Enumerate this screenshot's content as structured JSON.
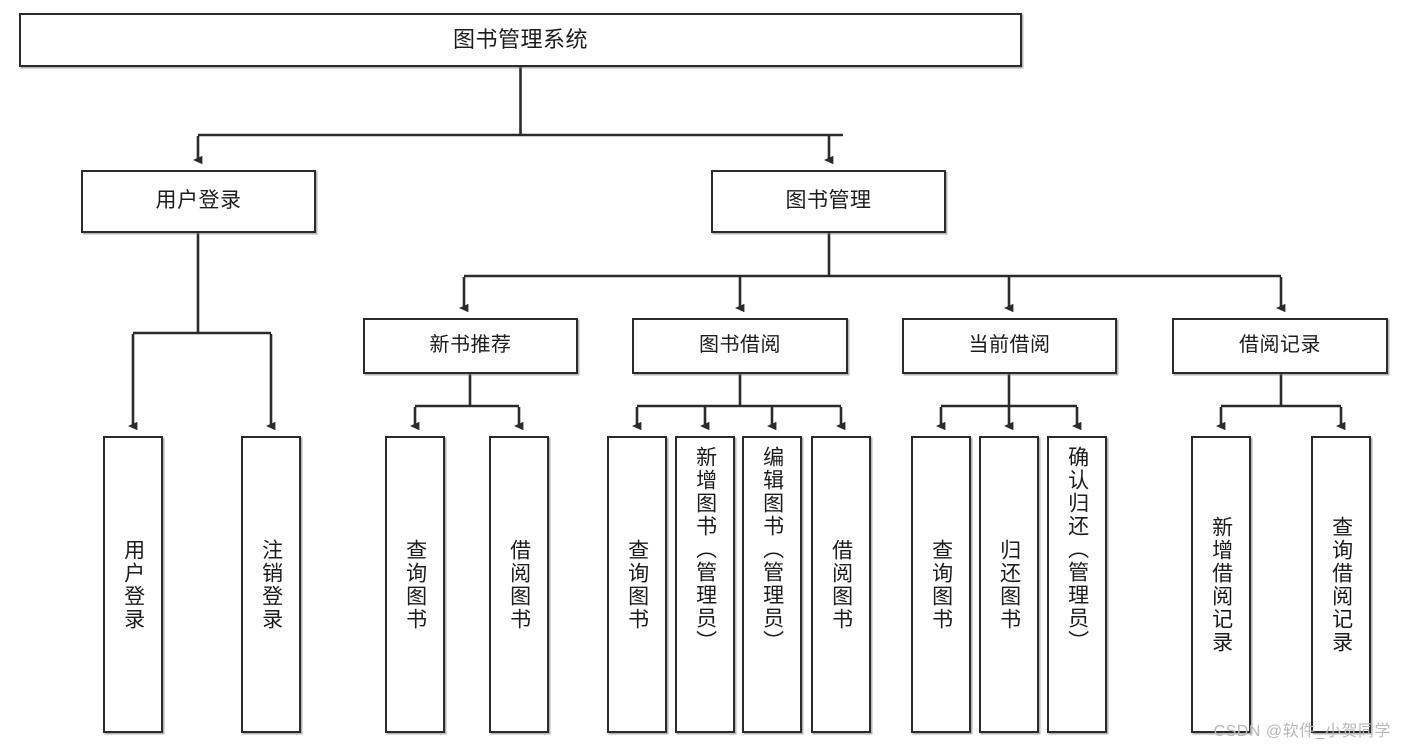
{
  "diagram": {
    "title": "图书管理系统",
    "type": "tree",
    "watermark": "CSDN @软件_小贺同学",
    "colors": {
      "box_border": "#2b2b2b",
      "box_fill": "#ffffff",
      "connector": "#2b2b2b",
      "text": "#1c1c1c",
      "watermark": "#b9b9b9"
    },
    "nodes": {
      "root": {
        "label": "图书管理系统",
        "level": 1
      },
      "level2": [
        {
          "id": "user-login",
          "label": "用户登录"
        },
        {
          "id": "book-manage",
          "label": "图书管理"
        }
      ],
      "level3": [
        {
          "id": "new-book-recommend",
          "label": "新书推荐",
          "parent": "book-manage"
        },
        {
          "id": "book-borrow",
          "label": "图书借阅",
          "parent": "book-manage"
        },
        {
          "id": "current-borrow",
          "label": "当前借阅",
          "parent": "book-manage"
        },
        {
          "id": "borrow-record",
          "label": "借阅记录",
          "parent": "book-manage"
        }
      ],
      "leaves": [
        {
          "id": "leaf-user-login",
          "label": "用户登录",
          "parent": "user-login"
        },
        {
          "id": "leaf-user-logout",
          "label": "注销登录",
          "parent": "user-login"
        },
        {
          "id": "leaf-query-book-1",
          "label": "查询图书",
          "parent": "new-book-recommend"
        },
        {
          "id": "leaf-borrow-book-1",
          "label": "借阅图书",
          "parent": "new-book-recommend"
        },
        {
          "id": "leaf-query-book-2",
          "label": "查询图书",
          "parent": "book-borrow"
        },
        {
          "id": "leaf-add-book",
          "label": "新增图书（管理员）",
          "parent": "book-borrow"
        },
        {
          "id": "leaf-edit-book",
          "label": "编辑图书（管理员）",
          "parent": "book-borrow"
        },
        {
          "id": "leaf-borrow-book-2",
          "label": "借阅图书",
          "parent": "book-borrow"
        },
        {
          "id": "leaf-query-book-3",
          "label": "查询图书",
          "parent": "current-borrow"
        },
        {
          "id": "leaf-return-book",
          "label": "归还图书",
          "parent": "current-borrow"
        },
        {
          "id": "leaf-confirm-return",
          "label": "确认归还（管理员）",
          "parent": "current-borrow"
        },
        {
          "id": "leaf-add-record",
          "label": "新增借阅记录",
          "parent": "borrow-record"
        },
        {
          "id": "leaf-query-record",
          "label": "查询借阅记录",
          "parent": "borrow-record"
        }
      ]
    }
  }
}
